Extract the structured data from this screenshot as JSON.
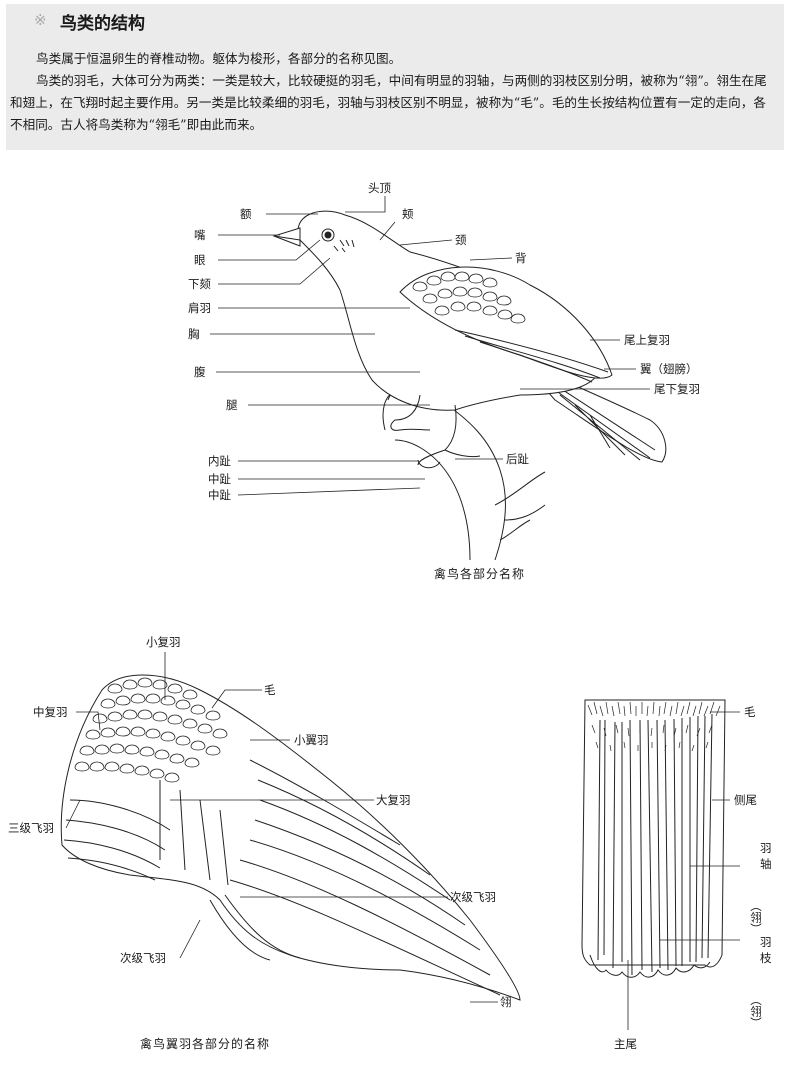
{
  "section": {
    "mark": "※",
    "title": "鸟类的结构",
    "paragraphs": [
      "鸟类属于恒温卵生的脊椎动物。躯体为梭形，各部分的名称见图。",
      "鸟类的羽毛，大体可分为两类：一类是较大，比较硬挺的羽毛，中间有明显的羽轴，与两侧的羽枝区别分明，被称为“翎”。翎生在尾和翅上，在飞翔时起主要作用。另一类是比较柔细的羽毛，羽轴与羽枝区别不明显，被称为“毛”。毛的生长按结构位置有一定的走向，各不相同。古人将鸟类称为“翎毛”即由此而来。"
    ]
  },
  "bird_figure": {
    "caption": "禽鸟各部分名称",
    "labels_left": [
      "额",
      "嘴",
      "眼",
      "下颏",
      "肩羽",
      "胸",
      "腹",
      "腿",
      "内趾",
      "中趾",
      "中趾"
    ],
    "labels_top": [
      "头顶",
      "颊"
    ],
    "labels_right": [
      "颈",
      "背",
      "尾上复羽",
      "翼（翅膀）",
      "尾下复羽",
      "后趾"
    ]
  },
  "wing_figure": {
    "caption": "禽鸟翼羽各部分的名称",
    "labels": [
      "小复羽",
      "毛",
      "中复羽",
      "小翼羽",
      "大复羽",
      "三级飞羽",
      "次级飞羽",
      "次级飞羽",
      "翎"
    ]
  },
  "tail_figure": {
    "labels_right": [
      "毛",
      "侧尾"
    ],
    "shaft_label": [
      "羽",
      "轴"
    ],
    "shaft_paren": "（翎）",
    "barb_label": [
      "羽",
      "枝"
    ],
    "barb_paren": "（翎）",
    "bottom_label": "主尾"
  }
}
